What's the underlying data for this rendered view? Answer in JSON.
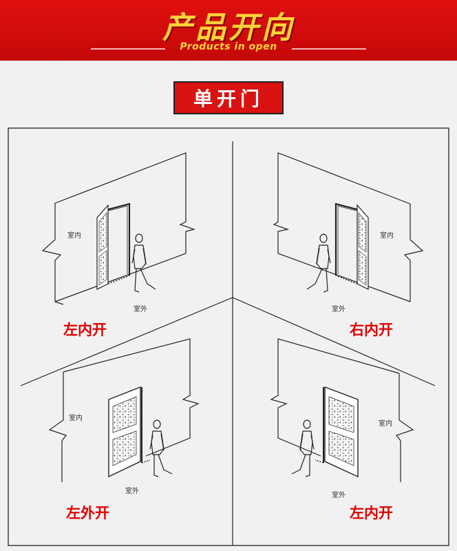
{
  "header": {
    "title": "产品开向",
    "subtitle": "Products in open"
  },
  "section": {
    "title": "单开门"
  },
  "quadrants": [
    {
      "indoor": "室内",
      "outdoor": "室外",
      "type": "左内开"
    },
    {
      "indoor": "室内",
      "outdoor": "室外",
      "type": "右内开"
    },
    {
      "indoor": "室内",
      "outdoor": "室外",
      "type": "左外开"
    },
    {
      "indoor": "室内",
      "outdoor": "室外",
      "type": "左内开"
    }
  ],
  "colors": {
    "header_bg": "#d91212",
    "header_title": "#ffd23a",
    "label_red": "#e00000"
  }
}
